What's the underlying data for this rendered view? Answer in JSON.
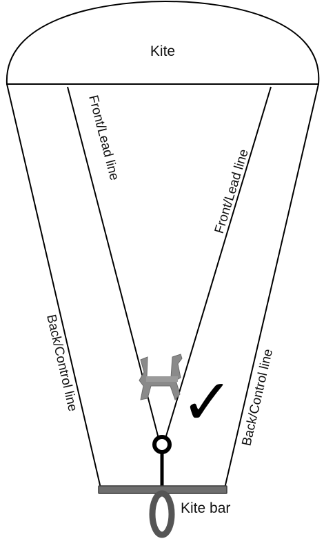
{
  "diagram": {
    "kite_label": "Kite",
    "front_line_left": "Front/Lead line",
    "front_line_right": "Front/Lead line",
    "back_line_left": "Back/Control line",
    "back_line_right": "Back/Control line",
    "bar_label": "Kite bar",
    "check_mark": "✓"
  },
  "colors": {
    "line": "#000000",
    "kite_fill": "#ffffff",
    "bar": "#6e6e6e",
    "bar_edge": "#3a3a3a",
    "handle": "#8a8a8a"
  }
}
